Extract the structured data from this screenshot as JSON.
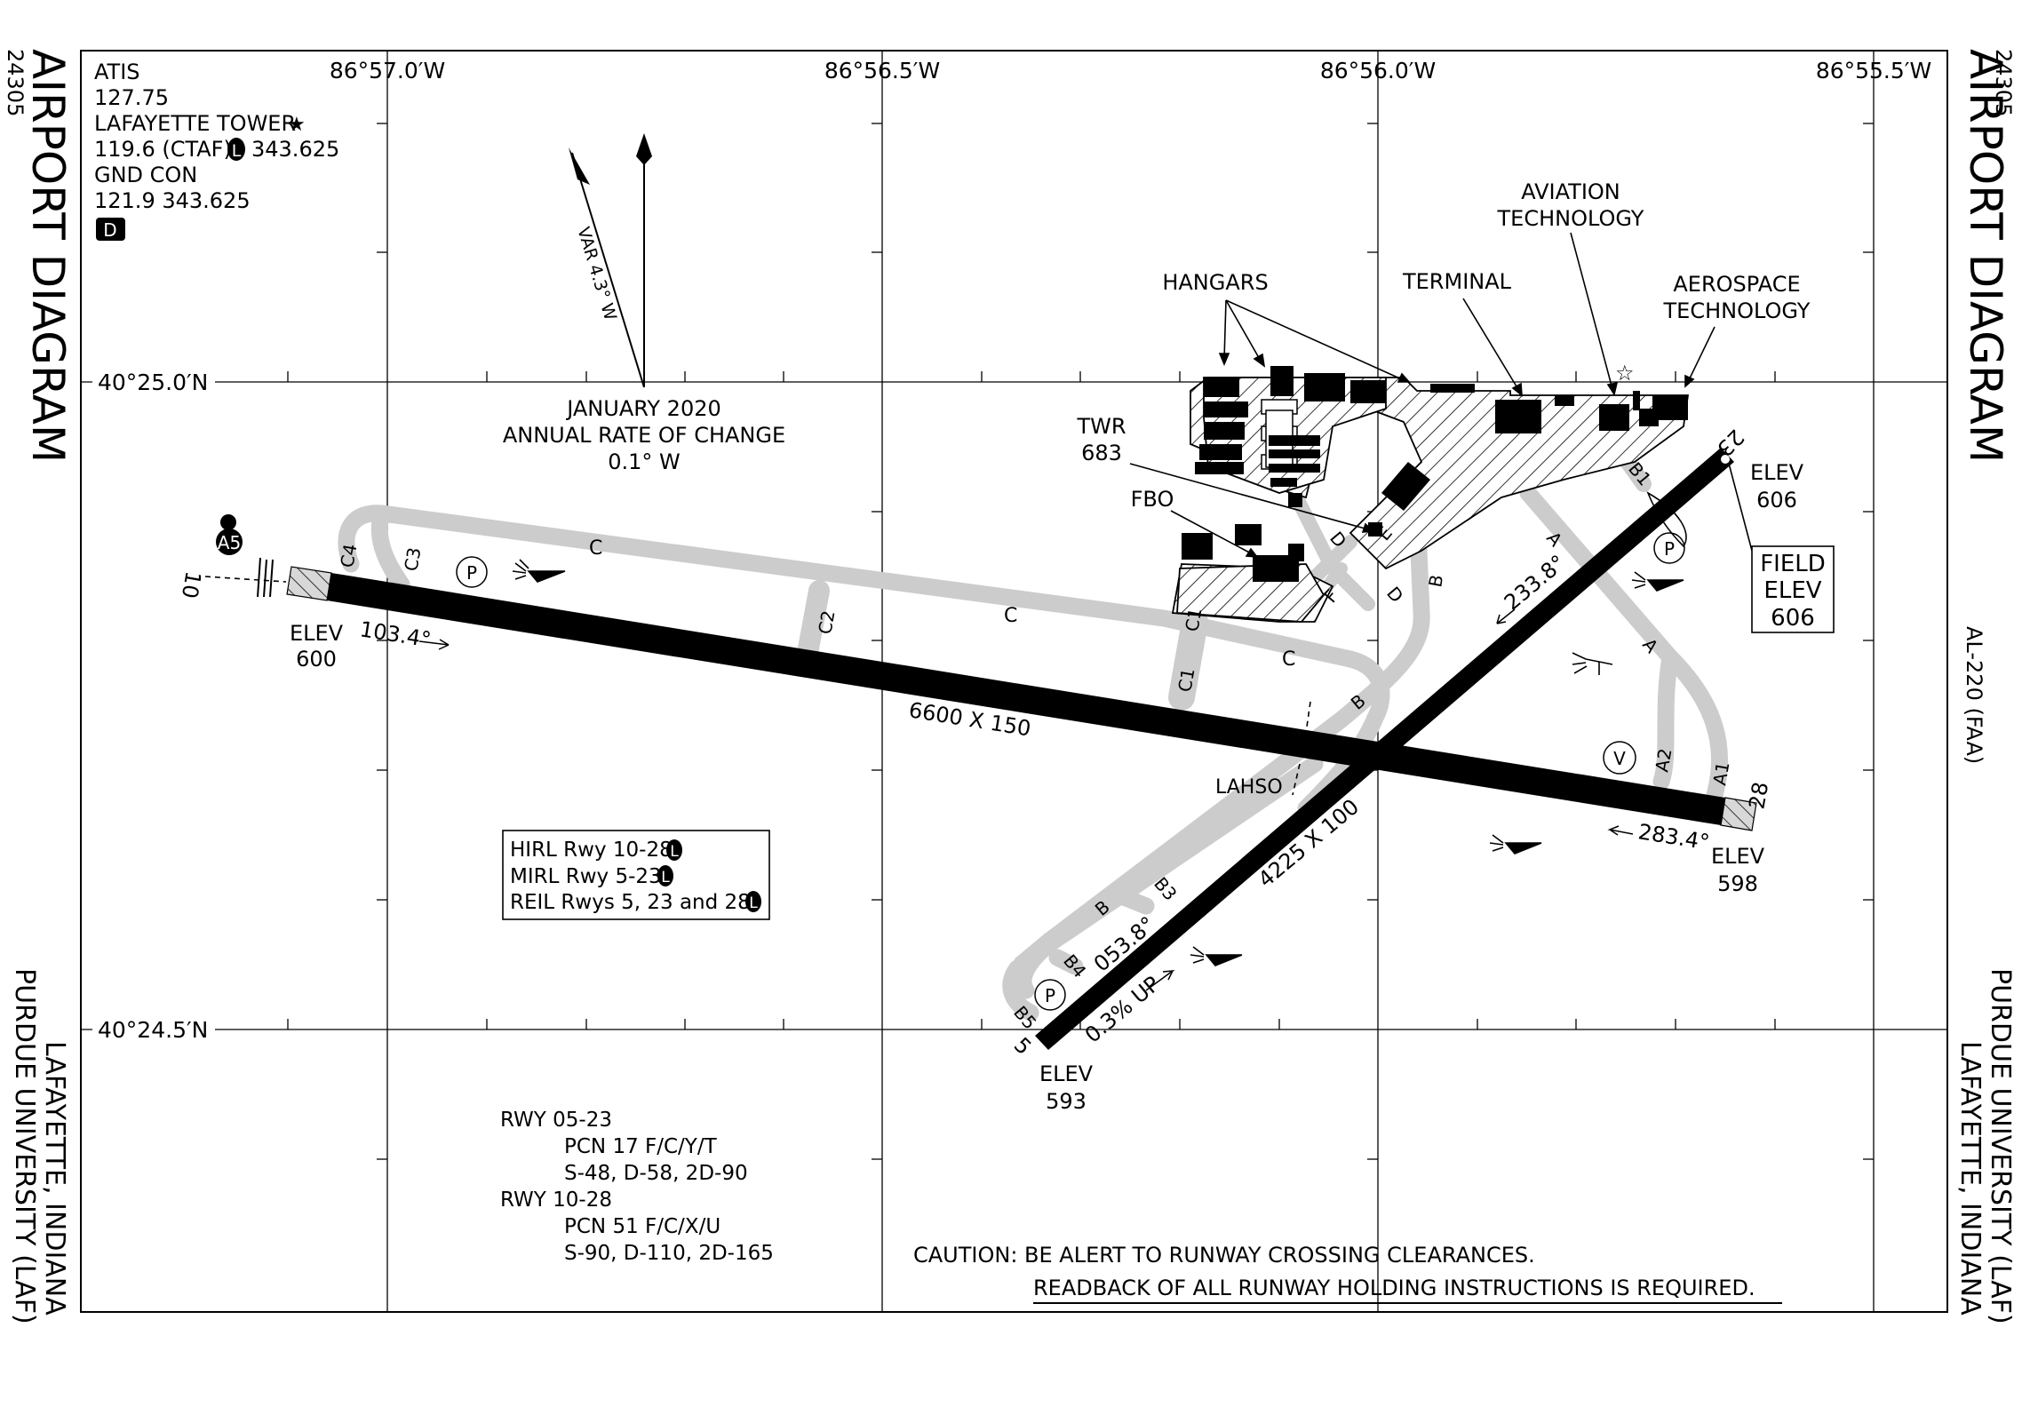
{
  "chart_number": "24305",
  "title": "AIRPORT DIAGRAM",
  "airport_name": "PURDUE UNIVERSITY (LAF)",
  "airport_city": "LAFAYETTE, INDIANA",
  "chart_code": "AL-220 (FAA)",
  "lon_labels": [
    "86°57.0′W",
    "86°56.5′W",
    "86°56.0′W",
    "86°55.5′W"
  ],
  "lat_labels": [
    "40°25.0′N",
    "40°24.5′N"
  ],
  "comms": {
    "atis": "ATIS",
    "atis_freq": "127.75",
    "tower": "LAFAYETTE TOWER",
    "tower_freq": "119.6 (CTAF)",
    "tower_uhf": "343.625",
    "ground": "GND CON",
    "ground_freq": "121.9  343.625",
    "lahso_badge": "L",
    "datalink_badge": "D"
  },
  "variation": {
    "label": "VAR 4.3° W",
    "date": "JANUARY 2020",
    "rate_title": "ANNUAL RATE OF CHANGE",
    "rate_value": "0.1° W"
  },
  "buildings": {
    "hangars": "HANGARS",
    "terminal": "TERMINAL",
    "aviation_1": "AVIATION",
    "aviation_2": "TECHNOLOGY",
    "aerospace_1": "AEROSPACE",
    "aerospace_2": "TECHNOLOGY",
    "tower_1": "TWR",
    "tower_2": "683",
    "fbo": "FBO"
  },
  "runways": {
    "rwy10": {
      "id": "10",
      "elev_label": "ELEV",
      "elev": "600",
      "heading": "103.4°"
    },
    "rwy28": {
      "id": "28",
      "elev_label": "ELEV",
      "elev": "598",
      "heading": "283.4°"
    },
    "rwy5": {
      "id": "5",
      "elev_label": "ELEV",
      "elev": "593",
      "heading": "053.8°",
      "slope": "0.3% UP"
    },
    "rwy23": {
      "id": "23",
      "elev_label": "ELEV",
      "elev": "606",
      "heading": "233.8°"
    },
    "rwy10_28_dims": "6600 X 150",
    "rwy5_23_dims": "4225 X 100"
  },
  "field_elev": {
    "line1": "FIELD",
    "line2": "ELEV",
    "value": "606"
  },
  "taxiways": {
    "c": "C",
    "c1": "C1",
    "c2": "C2",
    "c3": "C3",
    "c4": "C4",
    "b": "B",
    "b1": "B1",
    "b3": "B3",
    "b4": "B4",
    "b5": "B5",
    "a": "A",
    "a1": "A1",
    "a2": "A2",
    "d": "D",
    "e": "E",
    "f": "F"
  },
  "symbols": {
    "parking": "P",
    "vor_check": "V",
    "hot_spot": "A5"
  },
  "lahso": "LAHSO",
  "lighting": {
    "line1": "HIRL Rwy 10-28",
    "line2": "MIRL Rwy 5-23",
    "line3": "REIL Rwys 5, 23 and 28"
  },
  "pcn": {
    "rwy1_title": "RWY 05-23",
    "rwy1_pcn": "PCN 17 F/C/Y/T",
    "rwy1_loads": "S-48, D-58, 2D-90",
    "rwy2_title": "RWY 10-28",
    "rwy2_pcn": "PCN 51 F/C/X/U",
    "rwy2_loads": "S-90, D-110, 2D-165"
  },
  "caution": {
    "line1": "CAUTION: BE ALERT TO RUNWAY CROSSING CLEARANCES.",
    "line2": "READBACK OF ALL RUNWAY HOLDING INSTRUCTIONS IS REQUIRED."
  },
  "colors": {
    "taxiway_gray": "#cccccc",
    "runway": "#000000",
    "grid": "#000000"
  }
}
